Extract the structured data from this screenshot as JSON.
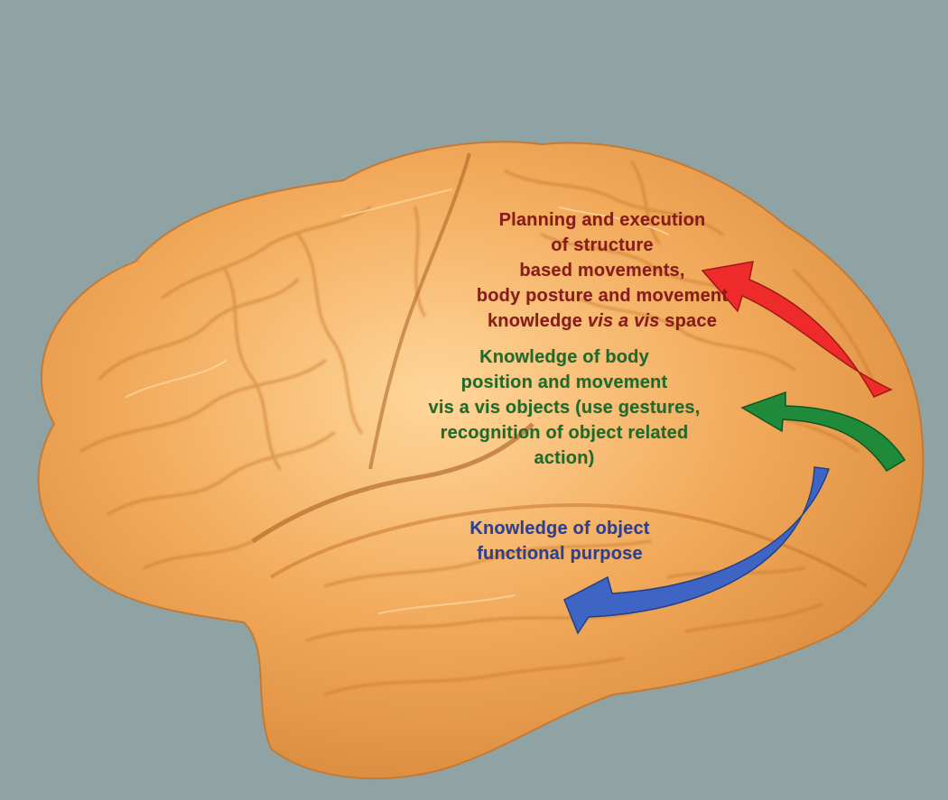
{
  "colors": {
    "background": "#8fa3a5",
    "brain_fill": "#f2a95a",
    "brain_fold": "#c8762c",
    "brain_highlight": "#ffd79a",
    "red_text": "#8b1a1a",
    "red_arrow": "#ee2a2a",
    "green_text": "#1f6b2a",
    "green_arrow": "#1f8a3a",
    "blue_text": "#2d3f8f",
    "blue_arrow": "#3e64c4"
  },
  "labels": {
    "red": {
      "line1": "Planning and execution",
      "line2": "of structure",
      "line3": "based movements,",
      "line4": "body posture and movement",
      "line5_a": "knowledge ",
      "line5_b": "vis a vis",
      "line5_c": " space"
    },
    "green": {
      "line1": "Knowledge of body",
      "line2": "position and movement",
      "line3": "vis a vis objects (use gestures,",
      "line4": "recognition of object related",
      "line5": "action)"
    },
    "blue": {
      "line1": "Knowledge of object",
      "line2": "functional purpose"
    }
  },
  "icons": {
    "brain": "brain-lateral-view",
    "red_arrow": "curved-arrow-up-left",
    "green_arrow": "curved-arrow-left",
    "blue_arrow": "curved-arrow-down-left"
  }
}
